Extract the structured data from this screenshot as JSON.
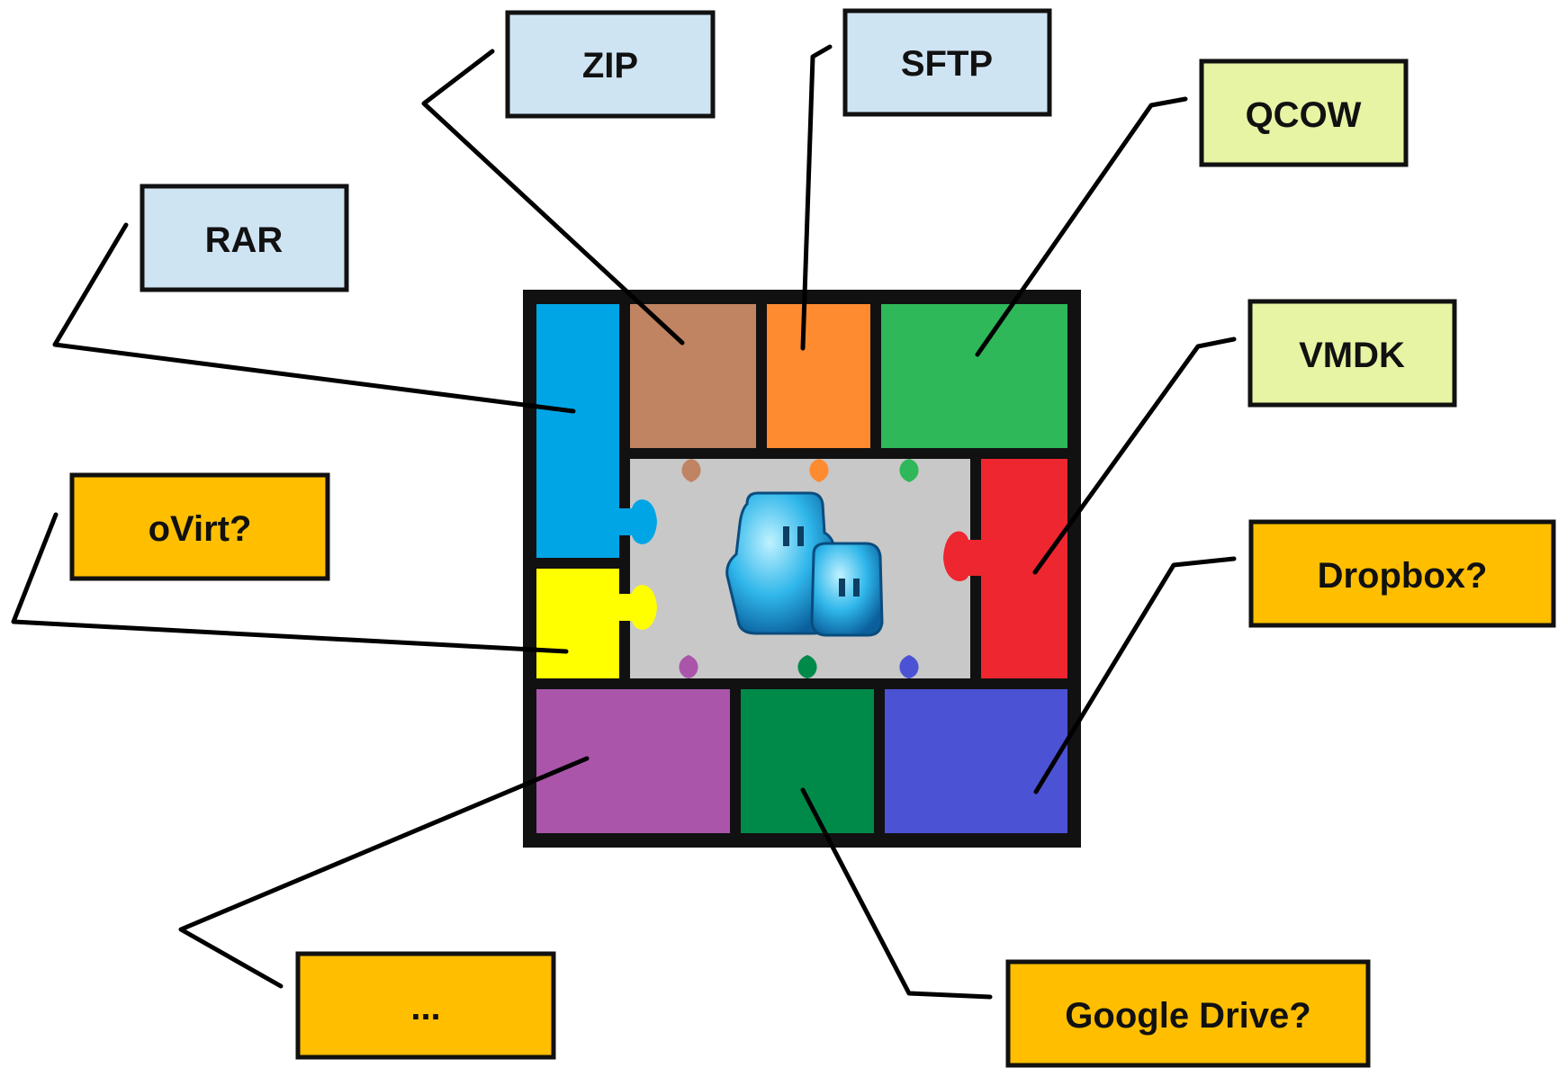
{
  "colors": {
    "supported": "#cfe4f3",
    "qemu": "#e6f4a3",
    "proposed": "#ffbf00",
    "puzzle_frame": "#111111",
    "center": "#c8c8c8",
    "pieces": {
      "rar": "#00a5e6",
      "zip": "#c08462",
      "sftp": "#ff8b30",
      "qcow": "#2eb85a",
      "ovirt": "#ffff00",
      "vmdk": "#ee2630",
      "other": "#aa55aa",
      "google_drive": "#008a4a",
      "dropbox": "#4c52d4"
    }
  },
  "center_icon": "blue-cloud-icon",
  "labels": {
    "zip": "ZIP",
    "sftp": "SFTP",
    "qcow": "QCOW",
    "rar": "RAR",
    "vmdk": "VMDK",
    "ovirt": "oVirt?",
    "dropbox": "Dropbox?",
    "other": "...",
    "google_drive": "Google Drive?"
  }
}
